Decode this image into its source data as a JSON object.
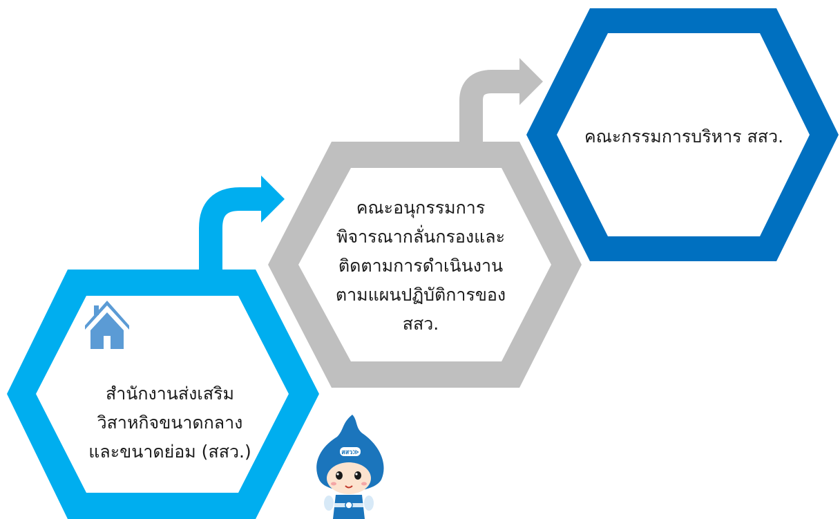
{
  "colors": {
    "light_blue": "#00AEEF",
    "grey": "#BFBFBF",
    "dark_blue": "#0070C0",
    "house_blue": "#5B9BD5",
    "text": "#1a1a1a"
  },
  "nodes": [
    {
      "id": "osmep",
      "lines": [
        "สำนักงานส่งเสริม",
        "วิสาหกิจขนาดกลาง",
        "และขนาดย่อม (สสว.)"
      ],
      "color": "light_blue",
      "icon": "house-icon"
    },
    {
      "id": "subcommittee",
      "lines": [
        "คณะอนุกรรมการ",
        "พิจารณากลั่นกรองและ",
        "ติดตามการดำเนินงาน",
        "ตามแผนปฏิบัติการของ",
        "สสว."
      ],
      "color": "grey"
    },
    {
      "id": "board",
      "lines": [
        "คณะกรรมการบริหาร สสว."
      ],
      "color": "dark_blue"
    }
  ],
  "connectors": [
    {
      "from": "osmep",
      "to": "subcommittee",
      "color": "light_blue"
    },
    {
      "from": "subcommittee",
      "to": "board",
      "color": "grey"
    }
  ],
  "mascot": {
    "badge_text": "สสว≫",
    "icon": "mascot-figure"
  }
}
